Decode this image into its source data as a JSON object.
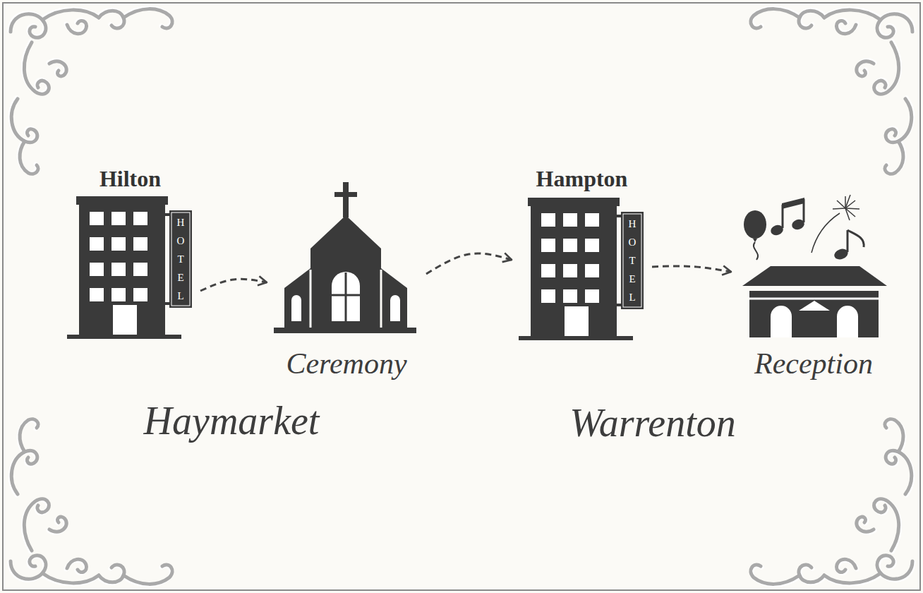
{
  "diagram": {
    "nodes": [
      {
        "text": [
          "Hilton"
        ]
      },
      {
        "text": [
          "Ceremony"
        ]
      },
      {
        "text": [
          "Hampton"
        ]
      },
      {
        "text": [
          "Reception"
        ]
      }
    ],
    "edges": [
      {
        "from": 0,
        "to": 1,
        "arrow": "to"
      },
      {
        "from": 1,
        "to": 2,
        "arrow": "to"
      },
      {
        "from": 2,
        "to": 3,
        "arrow": "to"
      }
    ],
    "labels": [
      "Haymarket",
      "Warrenton",
      "HOTEL",
      "HOTEL"
    ]
  }
}
